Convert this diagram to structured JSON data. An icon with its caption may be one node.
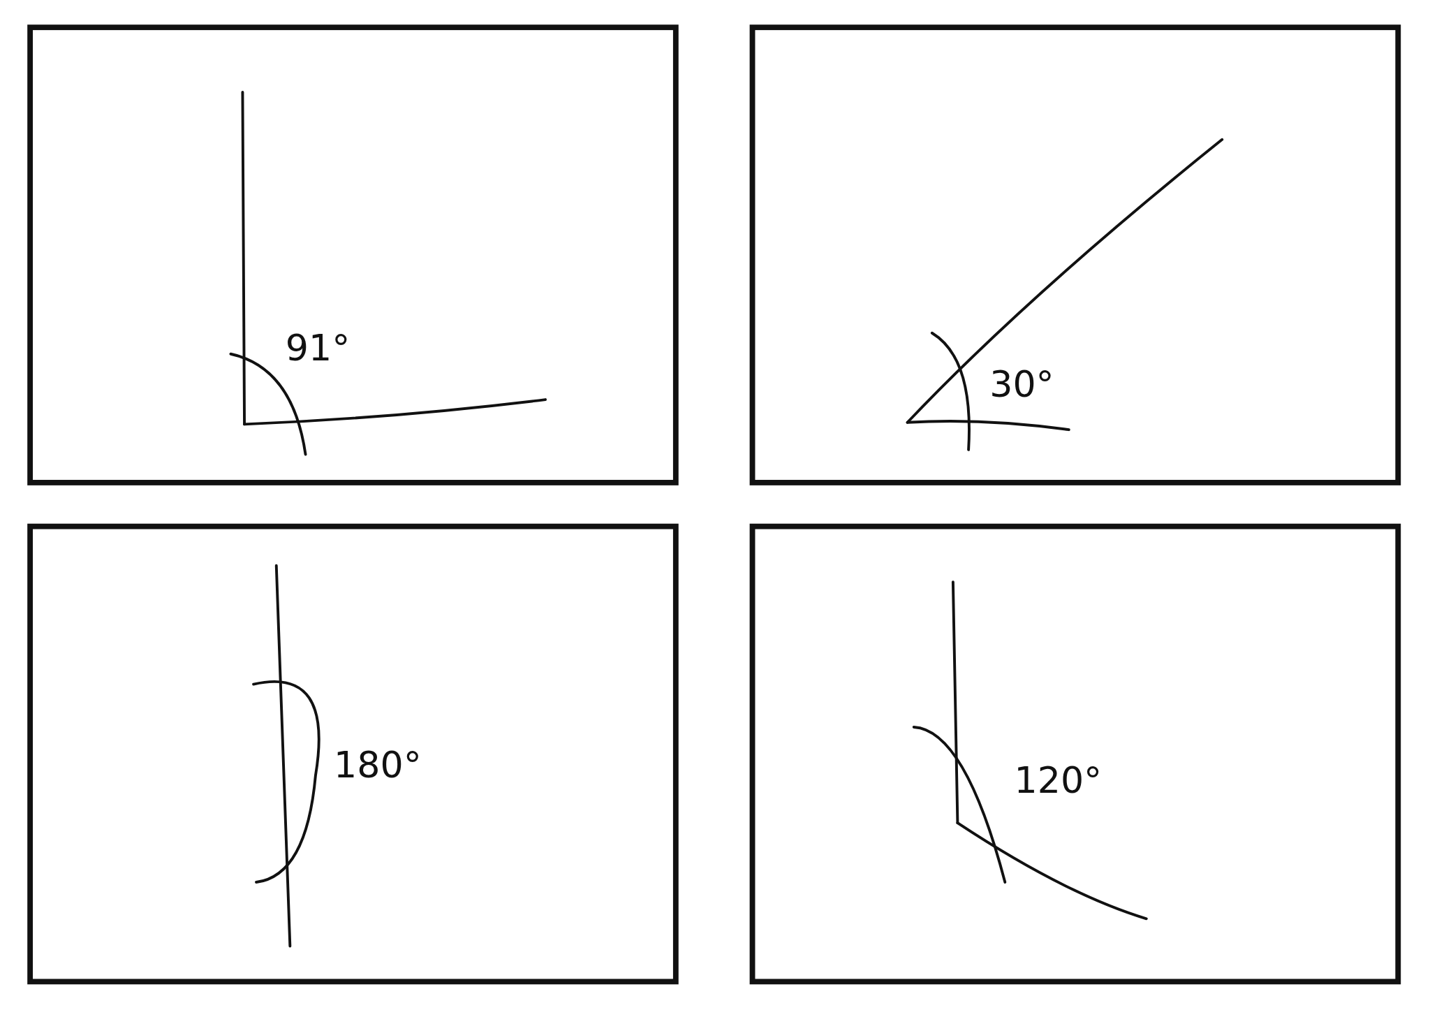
{
  "diagram": {
    "nodes": [
      {
        "text": [
          "91°"
        ]
      },
      {
        "text": [
          "30°"
        ]
      },
      {
        "text": [
          "180°"
        ]
      },
      {
        "text": [
          "120°"
        ]
      }
    ]
  }
}
